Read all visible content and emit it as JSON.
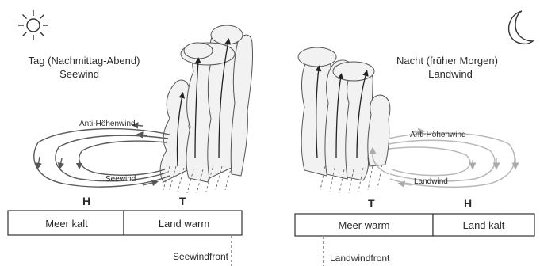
{
  "day_panel": {
    "title_line1": "Tag (Nachmittag-Abend)",
    "title_line2": "Seewind",
    "upper_label": "Anti-Höhenwind",
    "lower_label": "Seewind",
    "high_label": "H",
    "low_label": "T",
    "sea_box": "Meer kalt",
    "land_box": "Land warm",
    "front_label": "Seewindfront",
    "sky_icon": "sun-icon"
  },
  "night_panel": {
    "title_line1": "Nacht (früher Morgen)",
    "title_line2": "Landwind",
    "upper_label": "Anti-Höhenwind",
    "lower_label": "Landwind",
    "high_label": "H",
    "low_label": "T",
    "sea_box": "Meer warm",
    "land_box": "Land kalt",
    "front_label": "Landwindfront",
    "sky_icon": "moon-icon"
  },
  "colors": {
    "ink": "#2a2a2a",
    "day_arrows": "#5a5a5a",
    "night_arrows": "#b8b8b8"
  }
}
